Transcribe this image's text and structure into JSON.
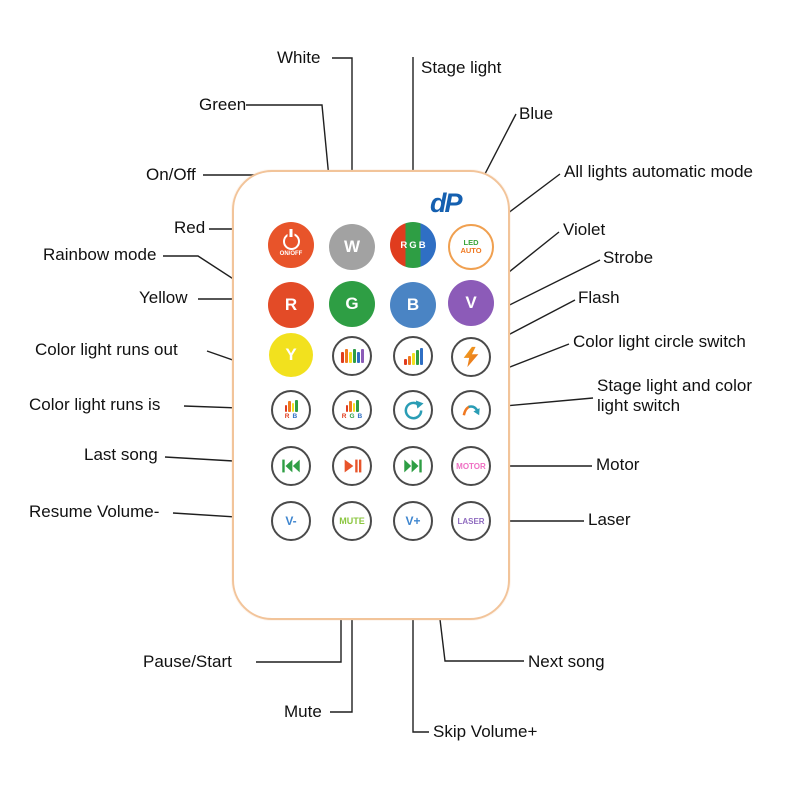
{
  "logo": {
    "text": "dP",
    "color": "#1560b0"
  },
  "remote": {
    "border_color": "#f2c49a",
    "background": "#ffffff"
  },
  "icons": {
    "power": "power-icon",
    "rainbow_flat": "rainbow-bars-icon",
    "strobe_bars": "ascending-bars-icon",
    "flash": "lightning-bolt-icon",
    "circle_switch": "cycle-arrows-icon",
    "stage_switch": "curved-arrow-icon",
    "last_song": "previous-track-icon",
    "pause_start": "play-pause-icon",
    "next_song": "next-track-icon"
  },
  "buttons": {
    "power": {
      "label": "ON/OFF",
      "color": "#e8542a"
    },
    "white": {
      "label": "W",
      "color": "#a2a2a2"
    },
    "rgb": {
      "letters": [
        "R",
        "G",
        "B"
      ],
      "colors": [
        "#e03c1e",
        "#2e9e44",
        "#2f6fc4"
      ]
    },
    "led_auto": {
      "line1": "LED",
      "line2": "AUTO",
      "ring_color": "#f0a050"
    },
    "red": {
      "label": "R",
      "color": "#e34b27"
    },
    "green": {
      "label": "G",
      "color": "#2e9e44"
    },
    "blue": {
      "label": "B",
      "color": "#4a84c4"
    },
    "violet": {
      "label": "V",
      "color": "#8c5bb8"
    },
    "yellow": {
      "label": "Y",
      "color": "#f2e11e"
    },
    "runs_out": {
      "l1": "R",
      "l2": "B"
    },
    "runs_is": {
      "l1": "R",
      "l2": "G",
      "l3": "B"
    },
    "motor": {
      "label": "MOTOR",
      "color": "#ef6fc3"
    },
    "vol_down": {
      "label": "V-",
      "color": "#3f86cf"
    },
    "mute": {
      "label": "MUTE",
      "color": "#8bc63f"
    },
    "vol_up": {
      "label": "V+",
      "color": "#3f86cf"
    },
    "laser": {
      "label": "LASER",
      "color": "#8f6bbf"
    }
  },
  "callouts": [
    {
      "id": "white",
      "text": "White"
    },
    {
      "id": "stage-light",
      "text": "Stage light"
    },
    {
      "id": "green",
      "text": "Green"
    },
    {
      "id": "blue",
      "text": "Blue"
    },
    {
      "id": "on-off",
      "text": "On/Off"
    },
    {
      "id": "all-auto",
      "text": "All lights automatic mode"
    },
    {
      "id": "red",
      "text": "Red"
    },
    {
      "id": "violet",
      "text": "Violet"
    },
    {
      "id": "rainbow",
      "text": "Rainbow mode"
    },
    {
      "id": "strobe",
      "text": "Strobe"
    },
    {
      "id": "yellow",
      "text": "Yellow"
    },
    {
      "id": "flash",
      "text": "Flash"
    },
    {
      "id": "runs-out",
      "text": "Color light runs out"
    },
    {
      "id": "circle-switch",
      "text": "Color light circle switch"
    },
    {
      "id": "runs-is",
      "text": "Color light runs is"
    },
    {
      "id": "stage-switch",
      "text": "Stage light and color light switch"
    },
    {
      "id": "last-song",
      "text": "Last song"
    },
    {
      "id": "motor",
      "text": "Motor"
    },
    {
      "id": "resume-volume",
      "text": "Resume Volume-"
    },
    {
      "id": "laser",
      "text": "Laser"
    },
    {
      "id": "pause-start",
      "text": "Pause/Start"
    },
    {
      "id": "next-song",
      "text": "Next song"
    },
    {
      "id": "mute",
      "text": "Mute"
    },
    {
      "id": "skip-volume",
      "text": "Skip Volume+"
    }
  ]
}
